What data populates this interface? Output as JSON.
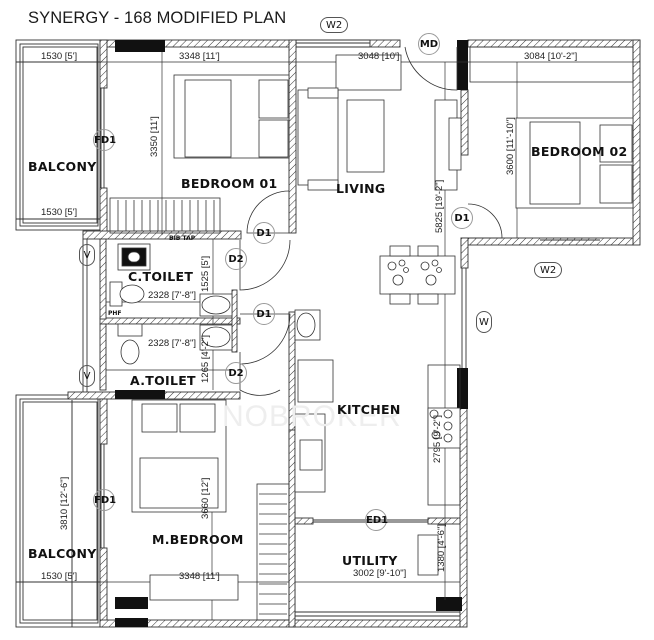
{
  "title": "SYNERGY - 168 MODIFIED PLAN",
  "watermark": "NOBROKER",
  "rooms": {
    "balcony_top": "BALCONY",
    "bedroom_01": "BEDROOM 01",
    "living": "LIVING",
    "bedroom_02": "BEDROOM 02",
    "c_toilet": "C.TOILET",
    "a_toilet": "A.TOILET",
    "kitchen": "KITCHEN",
    "m_bedroom": "M.BEDROOM",
    "balcony_bottom": "BALCONY",
    "utility": "UTILITY"
  },
  "dimensions": {
    "balcony_top_width_upper": "1530 [5']",
    "bedroom_01_width": "3348 [11']",
    "living_width": "3048 [10']",
    "bedroom_02_width": "3084 [10'-2\"]",
    "bedroom_01_height": "3350 [11']",
    "balcony_top_width_lower": "1530 [5']",
    "living_height": "5825 [19'-2\"]",
    "bedroom_02_height": "3600 [11'-10\"]",
    "c_toilet_width": "2328 [7'-8\"]",
    "c_toilet_height": "1525 [5']",
    "a_toilet_width": "2328 [7'-8\"]",
    "a_toilet_height": "1265 [4'-2\"]",
    "kitchen_height": "2795 [9'-2\"]",
    "balcony_bottom_height": "3810 [12'-6\"]",
    "m_bedroom_height": "3660 [12']",
    "balcony_bottom_width": "1530 [5']",
    "m_bedroom_width": "3348 [11']",
    "utility_width": "3002 [9'-10\"]",
    "utility_height": "1380 [4'-6\"]"
  },
  "tags": {
    "window_top": "W2",
    "main_door": "MD",
    "fd1_top": "FD1",
    "d1_bedroom01": "D1",
    "d1_bedroom02": "D1",
    "d2_ctoilet": "D2",
    "d1_kitchen": "D1",
    "d2_atoilet": "D2",
    "v_ctoilet": "V",
    "v_atoilet": "V",
    "window_right": "W2",
    "window_kitchen": "W",
    "fd1_bottom": "FD1",
    "ed1_utility": "ED1",
    "bib_tap": "BIB TAP",
    "phf": "PHF"
  }
}
